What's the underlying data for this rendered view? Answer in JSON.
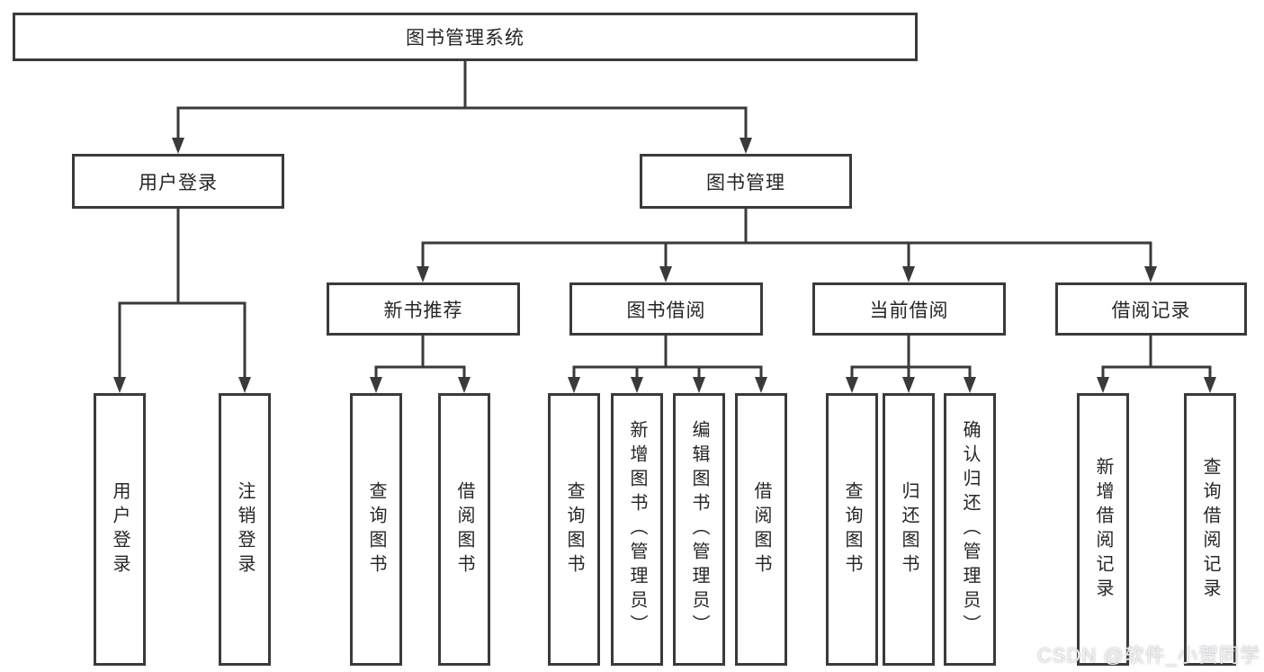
{
  "tree": {
    "label": "图书管理系统",
    "children": [
      {
        "label": "用户登录",
        "children": [
          {
            "label": "用户登录"
          },
          {
            "label": "注销登录"
          }
        ]
      },
      {
        "label": "图书管理",
        "children": [
          {
            "label": "新书推荐",
            "children": [
              {
                "label": "查询图书"
              },
              {
                "label": "借阅图书"
              }
            ]
          },
          {
            "label": "图书借阅",
            "children": [
              {
                "label": "查询图书"
              },
              {
                "label": "新增图书（管理员）"
              },
              {
                "label": "编辑图书（管理员）"
              },
              {
                "label": "借阅图书"
              }
            ]
          },
          {
            "label": "当前借阅",
            "children": [
              {
                "label": "查询图书"
              },
              {
                "label": "归还图书"
              },
              {
                "label": "确认归还（管理员）"
              }
            ]
          },
          {
            "label": "借阅记录",
            "children": [
              {
                "label": "新增借阅记录"
              },
              {
                "label": "查询借阅记录"
              }
            ]
          }
        ]
      }
    ]
  },
  "watermark": {
    "text": "CSDN @软件_小贺同学"
  },
  "colors": {
    "line": "#3a3a3a",
    "box_border": "#3a3a3a",
    "box_fill": "#ffffff",
    "text": "#262626",
    "background": "#ffffff",
    "watermark": "#f0f2f5"
  }
}
